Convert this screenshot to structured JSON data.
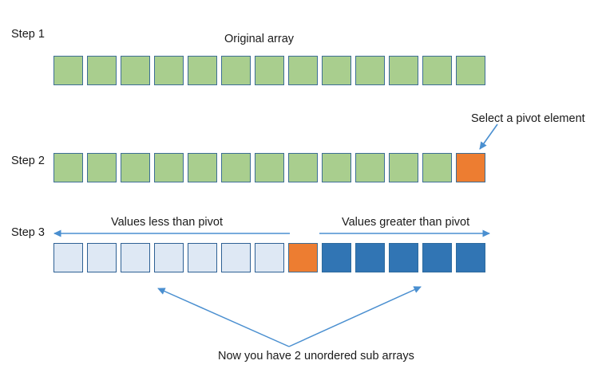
{
  "figure": {
    "title_text": "Original array",
    "accent_arrow_color": "#4A8FD0",
    "colors": {
      "green": "#A9CE8E",
      "orange": "#ED7D31",
      "pale_blue": "#DEE8F4",
      "dark_blue": "#3175B4",
      "border": "#3D6E96",
      "arrow": "#4A8FD0",
      "text": "#1A1A1A",
      "background": "#FFFFFF"
    }
  },
  "steps": [
    {
      "label": "Step 1",
      "caption": "Original array",
      "cells": [
        {
          "kind": "green"
        },
        {
          "kind": "green"
        },
        {
          "kind": "green"
        },
        {
          "kind": "green"
        },
        {
          "kind": "green"
        },
        {
          "kind": "green"
        },
        {
          "kind": "green"
        },
        {
          "kind": "green"
        },
        {
          "kind": "green"
        },
        {
          "kind": "green"
        },
        {
          "kind": "green"
        },
        {
          "kind": "green"
        },
        {
          "kind": "green"
        }
      ],
      "cell_count": 13
    },
    {
      "label": "Step 2",
      "caption": "Select a pivot element",
      "cells": [
        {
          "kind": "green"
        },
        {
          "kind": "green"
        },
        {
          "kind": "green"
        },
        {
          "kind": "green"
        },
        {
          "kind": "green"
        },
        {
          "kind": "green"
        },
        {
          "kind": "green"
        },
        {
          "kind": "green"
        },
        {
          "kind": "green"
        },
        {
          "kind": "green"
        },
        {
          "kind": "green"
        },
        {
          "kind": "green"
        },
        {
          "kind": "orange"
        }
      ],
      "cell_count": 13
    },
    {
      "label": "Step 3",
      "caption_left": "Values less than pivot",
      "caption_right": "Values greater than pivot",
      "caption_bottom": "Now you have 2 unordered sub arrays",
      "cells": [
        {
          "kind": "pale"
        },
        {
          "kind": "pale"
        },
        {
          "kind": "pale"
        },
        {
          "kind": "pale"
        },
        {
          "kind": "pale"
        },
        {
          "kind": "pale"
        },
        {
          "kind": "pale"
        },
        {
          "kind": "orange"
        },
        {
          "kind": "blue"
        },
        {
          "kind": "blue"
        },
        {
          "kind": "blue"
        },
        {
          "kind": "blue"
        },
        {
          "kind": "blue"
        }
      ],
      "cell_count": 13
    }
  ],
  "annotations": {
    "pivot_callout": "Select a pivot element",
    "less_than": "Values less than pivot",
    "greater_than": "Values greater than pivot",
    "sub_arrays": "Now you have 2 unordered sub arrays"
  }
}
